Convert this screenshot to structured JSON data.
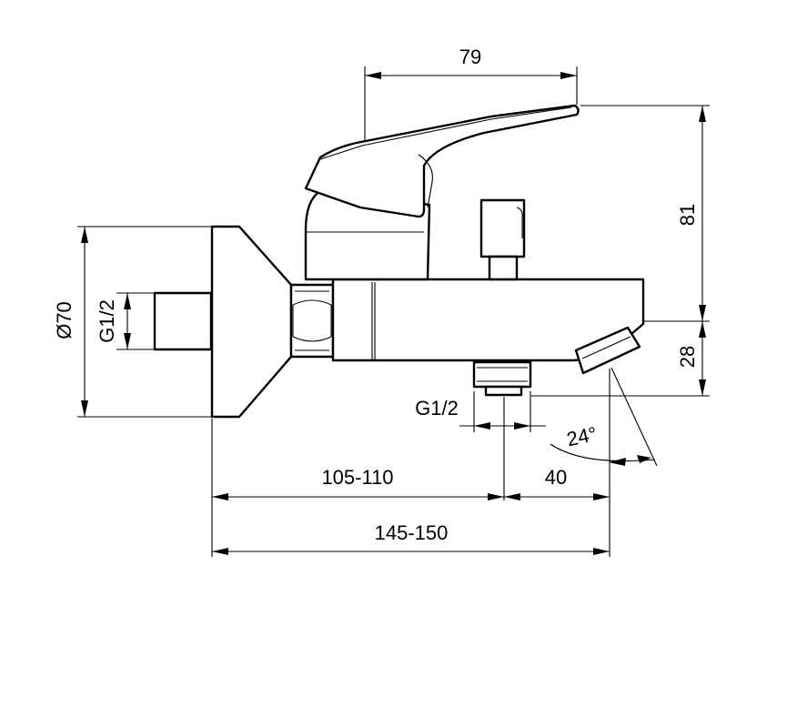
{
  "drawing": {
    "dims": {
      "top_width": "79",
      "height_total": "81",
      "height_spout": "28",
      "diameter": "Ø70",
      "thread_inlet": "G1/2",
      "thread_outlet": "G1/2",
      "angle": "24°",
      "dist_a": "105-110",
      "dist_b": "40",
      "dist_total": "145-150"
    }
  }
}
